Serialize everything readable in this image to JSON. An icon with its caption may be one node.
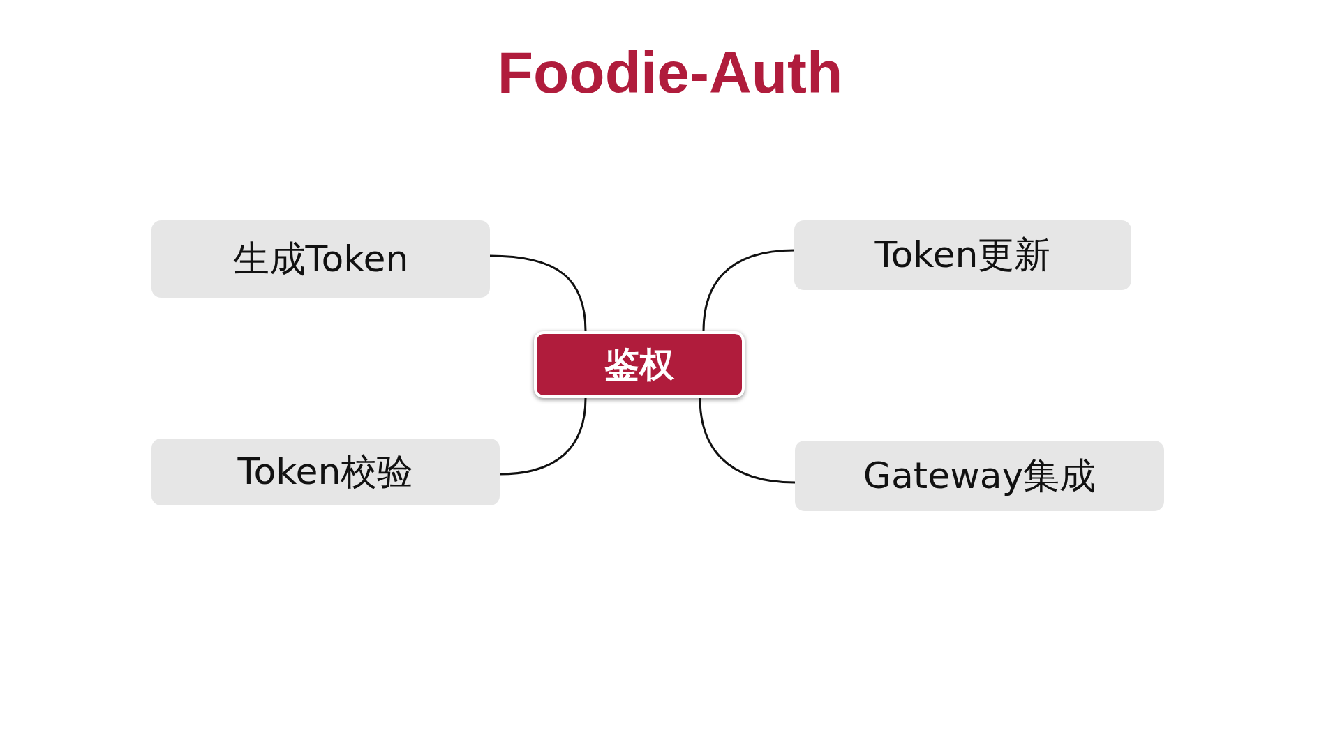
{
  "diagram": {
    "title": "Foodie-Auth",
    "nodes": [
      {
        "text": [
          "鉴权"
        ]
      },
      {
        "text": [
          "生成Token"
        ]
      },
      {
        "text": [
          "Token更新"
        ]
      },
      {
        "text": [
          "Token校验"
        ]
      },
      {
        "text": [
          "Gateway集成"
        ]
      }
    ],
    "edges": [
      {
        "from": 0,
        "to": 1,
        "arrow": "none"
      },
      {
        "from": 0,
        "to": 2,
        "arrow": "none"
      },
      {
        "from": 0,
        "to": 3,
        "arrow": "none"
      },
      {
        "from": 0,
        "to": 4,
        "arrow": "none"
      }
    ]
  }
}
